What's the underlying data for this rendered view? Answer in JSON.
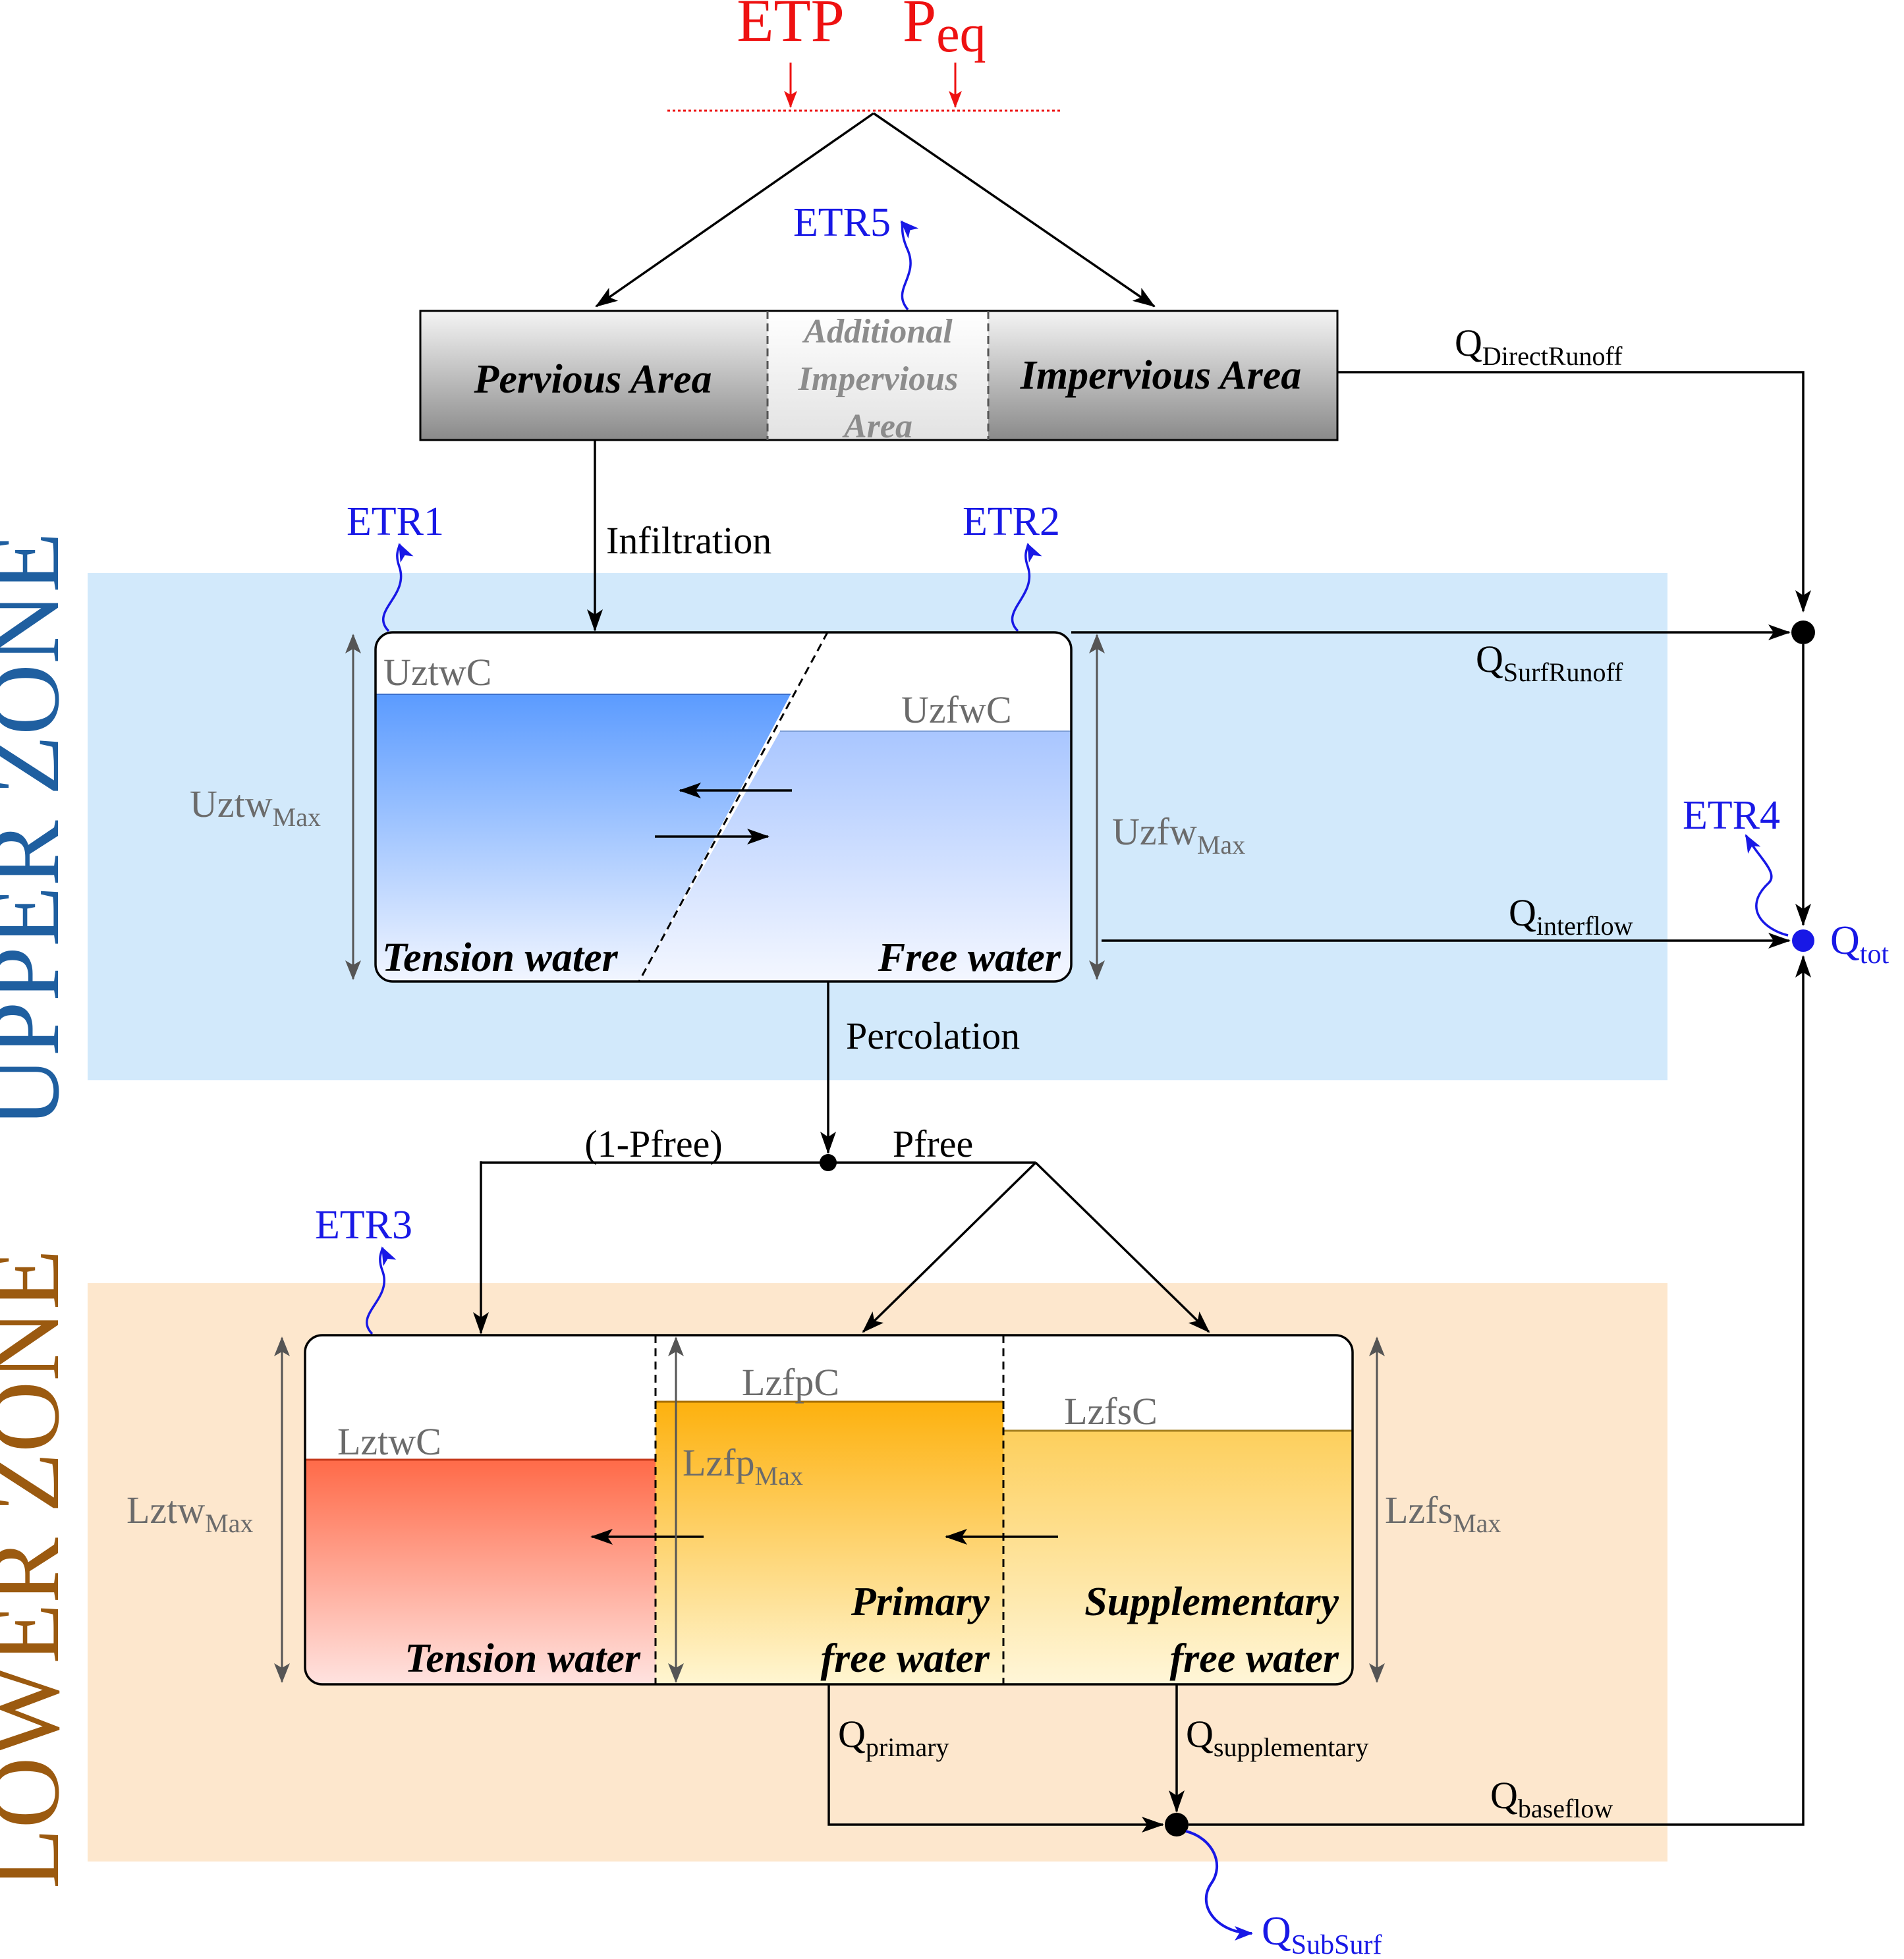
{
  "inputs": {
    "etp": "ETP",
    "peq_main": "P",
    "peq_sub": "eq"
  },
  "surface": {
    "pervious": "Pervious Area",
    "additional_line1": "Additional",
    "additional_line2": "Impervious",
    "additional_line3": "Area",
    "impervious": "Impervious Area"
  },
  "evap": {
    "etr1": "ETR1",
    "etr2": "ETR2",
    "etr3": "ETR3",
    "etr4": "ETR4",
    "etr5": "ETR5"
  },
  "zones": {
    "upper": "UPPER ZONE",
    "lower": "LOWER ZONE"
  },
  "flows": {
    "infiltration": "Infiltration",
    "percolation": "Percolation",
    "one_minus_pfree": "(1-Pfree)",
    "pfree": "Pfree",
    "q": "Q",
    "direct_runoff_sub": "DirectRunoff",
    "surf_runoff_sub": "SurfRunoff",
    "interflow_sub": "interflow",
    "tot_sub": "tot",
    "primary_sub": "primary",
    "supplementary_sub": "supplementary",
    "baseflow_sub": "baseflow",
    "subsurf_sub": "SubSurf"
  },
  "upper_store": {
    "uztwc": "UztwC",
    "uzfwc": "UzfwC",
    "uztw": "Uztw",
    "uzfw": "Uzfw",
    "max_sub": "Max",
    "tension_water": "Tension water",
    "free_water": "Free water"
  },
  "lower_store": {
    "lztwc": "LztwC",
    "lzfpc": "LzfpC",
    "lzfsc": "LzfsC",
    "lztw": "Lztw",
    "lzfp": "Lzfp",
    "lzfs": "Lzfs",
    "max_sub": "Max",
    "tension_water": "Tension water",
    "primary_line1": "Primary",
    "primary_line2": "free water",
    "supplementary_line1": "Supplementary",
    "supplementary_line2": "free water"
  },
  "colors": {
    "upper_zone_bg": "#d2e9fb",
    "lower_zone_bg": "#fde7cd",
    "upper_zone_text": "#1f5fa0",
    "lower_zone_text": "#9b5a10",
    "tension_water_upper": "#6aa3ff",
    "free_water_upper": "#aac8ff",
    "tension_water_lower": "#ff7050",
    "primary_free_water": "#fdb61a",
    "supplementary_free_water": "#fdd060",
    "evap": "#1818e6",
    "input": "#ee1111"
  }
}
